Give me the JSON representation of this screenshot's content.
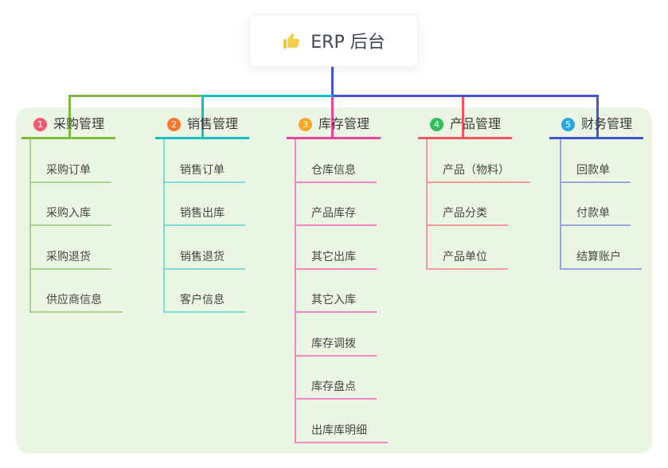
{
  "root": {
    "label": "ERP 后台",
    "icon": "thumbs-up-icon",
    "icon_color": "#F2C233"
  },
  "colors": {
    "panel_bg": "#EAF6E3",
    "trunk": "#4255D4",
    "bus_segments": [
      "#7FBB3F",
      "#14BFBE",
      "#4255D4"
    ],
    "drops": [
      "#7FBB3F",
      "#14BFBE",
      "#E9429A",
      "#F4535F",
      "#4255D4"
    ],
    "text": "#3A3A3A"
  },
  "branches": [
    {
      "num": "1",
      "label": "采购管理",
      "color": "#7FBB3F",
      "light_color": "#A9D38A",
      "badge_color": "#F25B6E",
      "children": [
        "采购订单",
        "采购入库",
        "采购退货",
        "供应商信息"
      ]
    },
    {
      "num": "2",
      "label": "销售管理",
      "color": "#14BFC0",
      "light_color": "#7CDBD6",
      "badge_color": "#F7782E",
      "children": [
        "销售订单",
        "销售出库",
        "销售退货",
        "客户信息"
      ]
    },
    {
      "num": "3",
      "label": "库存管理",
      "color": "#E9429A",
      "light_color": "#F287BE",
      "badge_color": "#F9A825",
      "children": [
        "仓库信息",
        "产品库存",
        "其它出库",
        "其它入库",
        "库存调拨",
        "库存盘点",
        "出库库明细"
      ]
    },
    {
      "num": "4",
      "label": "产品管理",
      "color": "#F4535F",
      "light_color": "#F39B9B",
      "badge_color": "#34BE5B",
      "children": [
        "产品（物料）",
        "产品分类",
        "产品单位"
      ]
    },
    {
      "num": "5",
      "label": "财务管理",
      "color": "#3E55D5",
      "light_color": "#96A5DE",
      "badge_color": "#2BA7E0",
      "children": [
        "回款单",
        "付款单",
        "结算账户"
      ]
    }
  ]
}
